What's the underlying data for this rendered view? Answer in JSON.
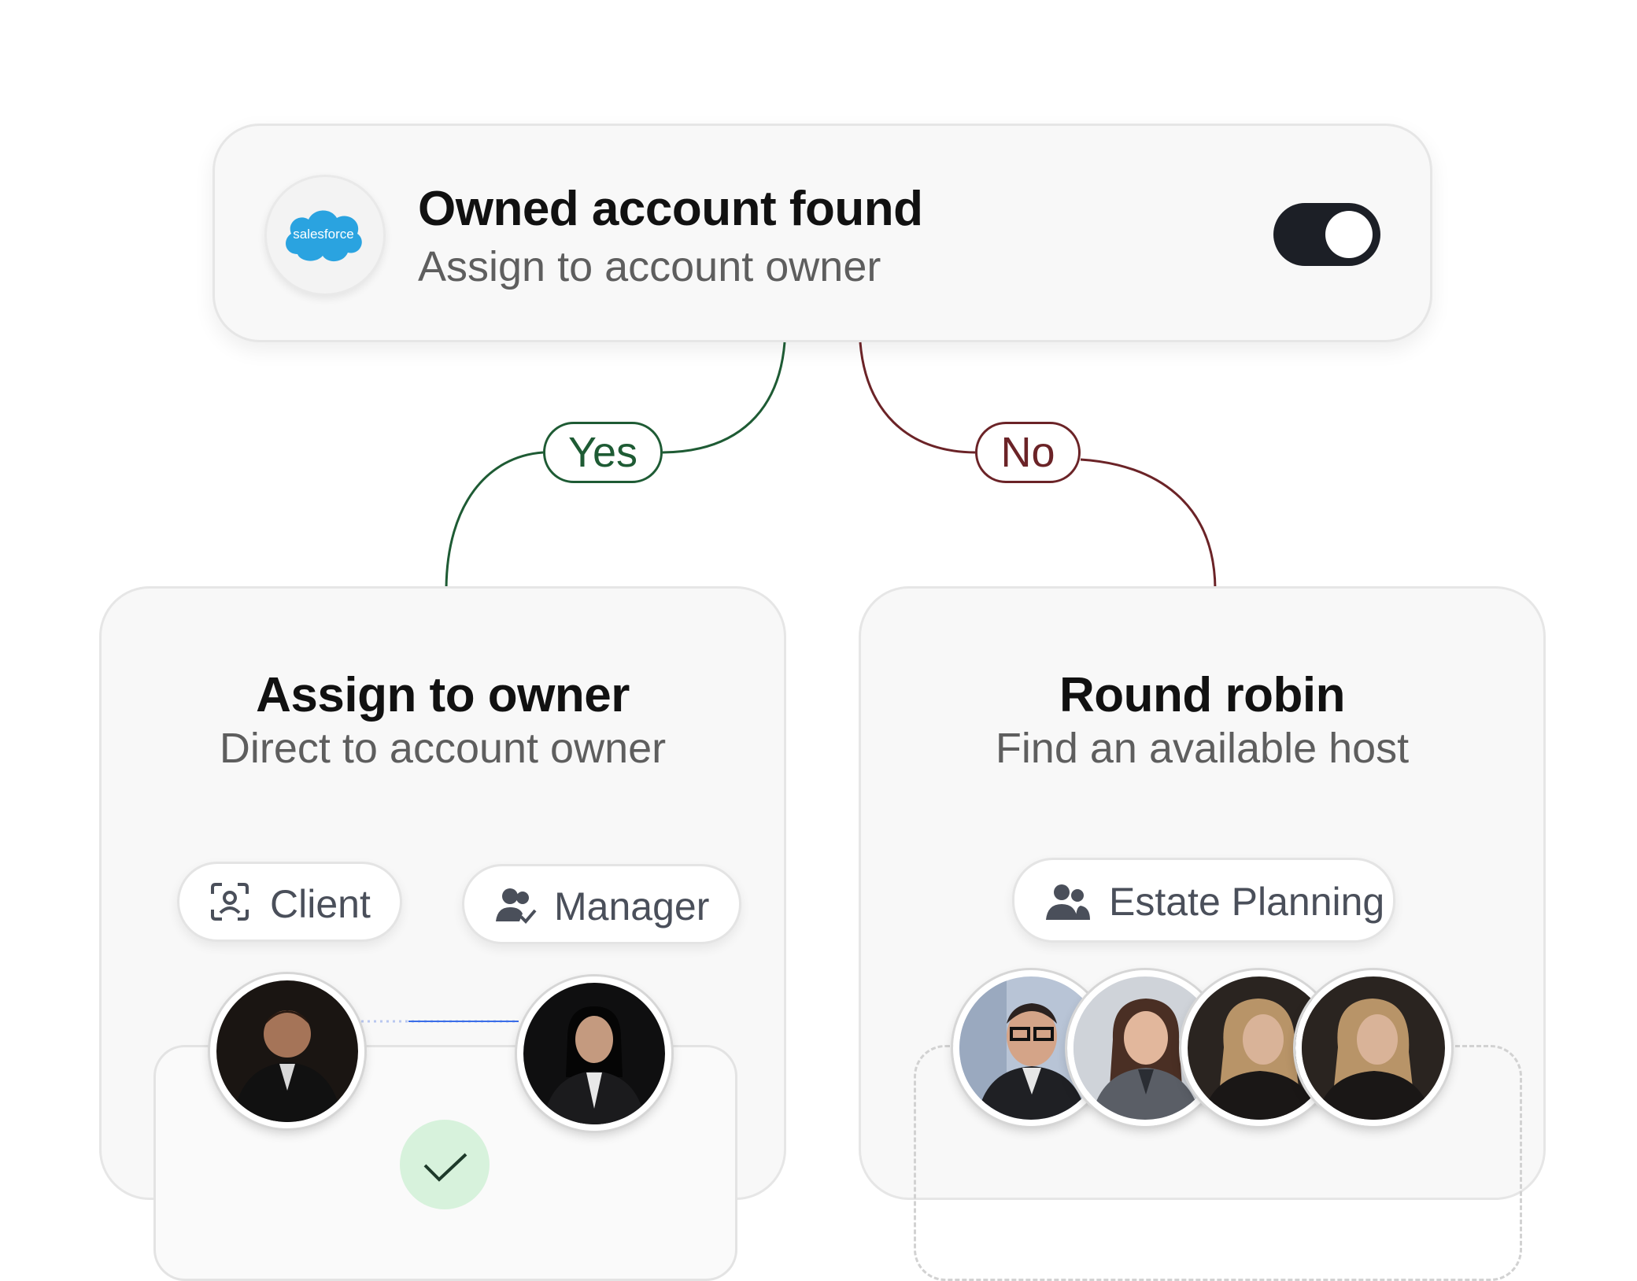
{
  "rule": {
    "logo": {
      "name": "salesforce-logo",
      "text": "salesforce",
      "color": "#2aa3e0"
    },
    "title": "Owned account found",
    "subtitle": "Assign to account owner",
    "toggle_on": true
  },
  "branches": {
    "yes_label": "Yes",
    "yes_color": "#1e5b34",
    "no_label": "No",
    "no_color": "#6b2327"
  },
  "assign_card": {
    "title": "Assign to owner",
    "subtitle": "Direct to account owner",
    "chips": [
      {
        "label": "Client",
        "icon": "client-scan-icon"
      },
      {
        "label": "Manager",
        "icon": "user-check-icon"
      }
    ],
    "status_icon": "checkmark-icon"
  },
  "round_robin_card": {
    "title": "Round robin",
    "subtitle": "Find an available host",
    "chip": {
      "label": "Estate Planning",
      "icon": "team-icon"
    },
    "host_count": 4
  }
}
